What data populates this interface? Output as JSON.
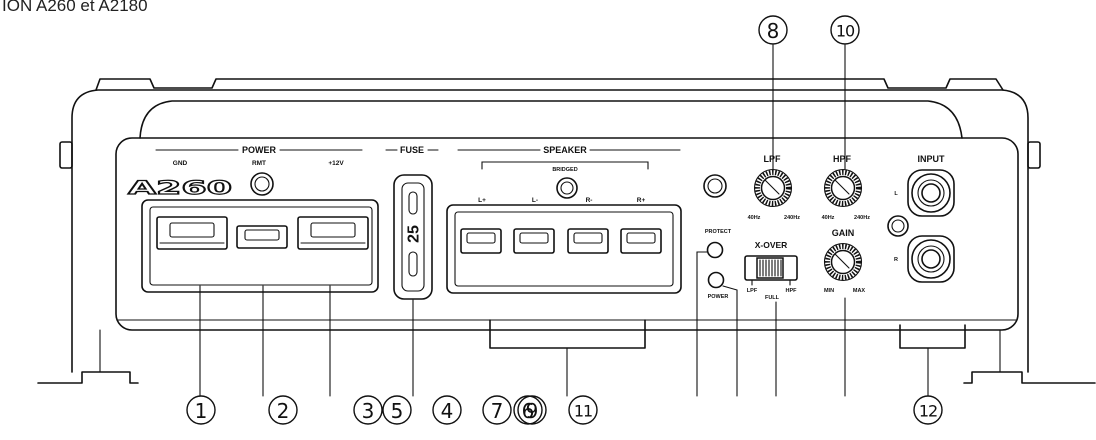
{
  "caption": "ION A260 et A2180",
  "panel": {
    "logo": "A260",
    "power": {
      "title": "POWER",
      "gnd": "GND",
      "rmt": "RMT",
      "v12": "+12V"
    },
    "fuse": {
      "title": "FUSE",
      "rating": "25"
    },
    "speaker": {
      "title": "SPEAKER",
      "bridged": "BRIDGED",
      "terminals": [
        "L+",
        "L-",
        "R-",
        "R+"
      ]
    },
    "leds": {
      "protect": "PROTECT",
      "power": "POWER"
    },
    "lpf": {
      "title": "LPF",
      "min": "40Hz",
      "max": "240Hz"
    },
    "hpf": {
      "title": "HPF",
      "min": "40Hz",
      "max": "240Hz"
    },
    "xover": {
      "title": "X-OVER",
      "lpf": "LPF",
      "full": "FULL",
      "hpf": "HPF"
    },
    "gain": {
      "title": "GAIN",
      "min": "MIN",
      "max": "MAX"
    },
    "input": {
      "title": "INPUT",
      "left": "L",
      "right": "R"
    }
  },
  "callouts": [
    "1",
    "2",
    "3",
    "5",
    "4",
    "7",
    "6",
    "9",
    "11",
    "8",
    "10",
    "12"
  ]
}
